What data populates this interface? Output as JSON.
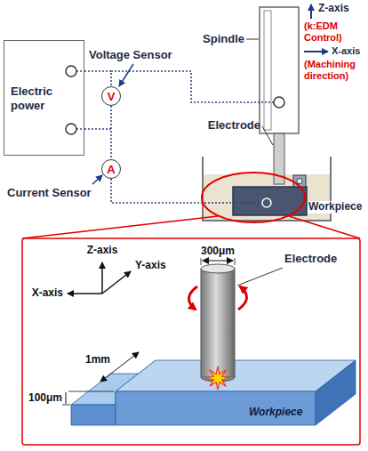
{
  "diagram": {
    "nodes": [
      {
        "text": [
          "Electric power"
        ]
      },
      {
        "text": [
          "V"
        ]
      },
      {
        "text": [
          "A"
        ]
      }
    ],
    "edges": [
      {
        "from": 0,
        "to": 1,
        "arrow": "none"
      },
      {
        "from": 0,
        "to": 2,
        "arrow": "none"
      }
    ],
    "labels": [
      "Z-axis",
      "(k:EDM Control)",
      "X-axis",
      "(Machining direction)",
      "Spindle",
      "Voltage Sensor",
      "Electrode",
      "Current Sensor",
      "Workpiece",
      "Electrode",
      "Z-axis",
      "X-axis",
      "Y-axis",
      "300μm",
      "1mm",
      "100μm",
      "Workpiece"
    ]
  }
}
